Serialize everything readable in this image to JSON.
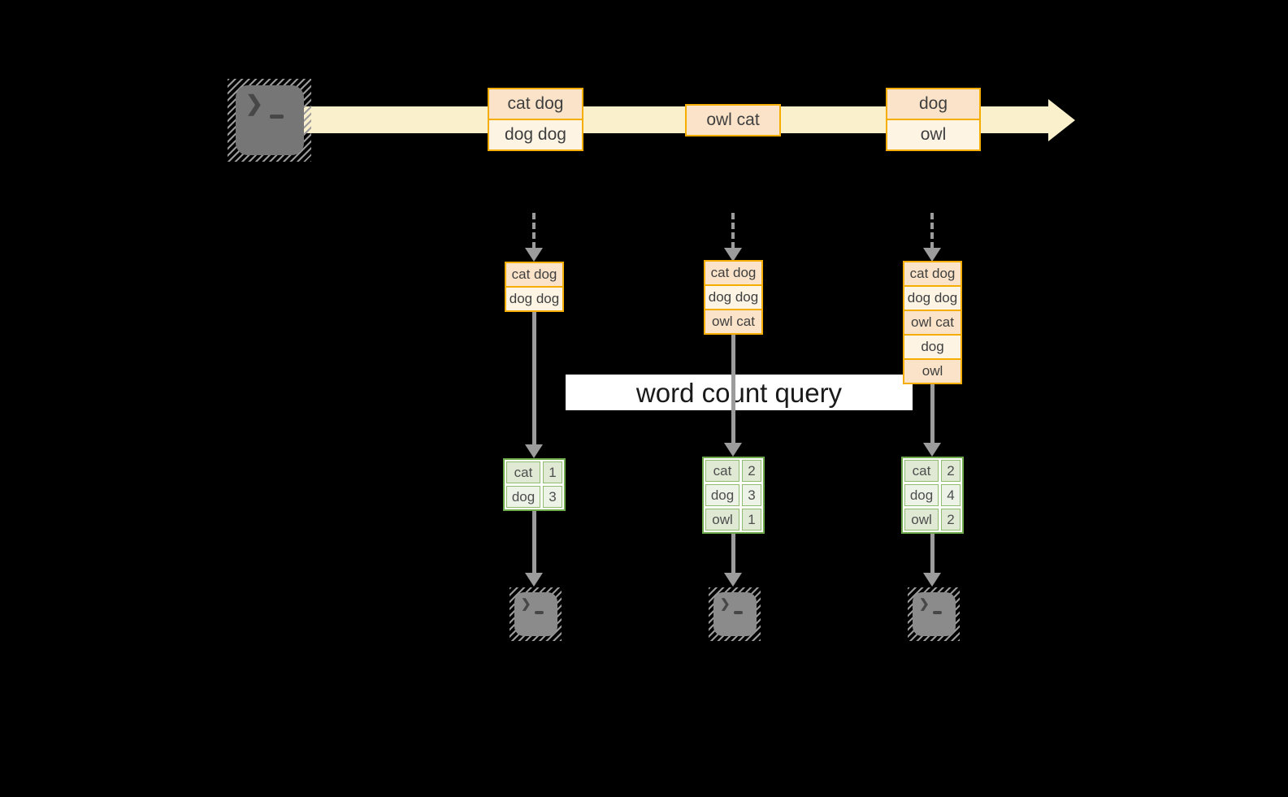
{
  "query": {
    "label": "word count query"
  },
  "colors": {
    "background": "#000000",
    "accent_orange": "#F5AD00",
    "record_fill_dark": "#FAE3C8",
    "record_fill_light": "#FDF4E4",
    "stream_band": "#FBF0CC",
    "table_border_green": "#6FAB4D",
    "table_cell_dark": "#DFE9D4",
    "table_cell_light": "#EDF3E7",
    "arrow_gray": "#9C9C9C",
    "terminal_gray": "#767676"
  },
  "icons": {
    "source": "terminal-icon",
    "sink": "terminal-icon"
  },
  "stream": {
    "batches": [
      [
        "cat dog",
        "dog dog"
      ],
      [
        "owl cat"
      ],
      [
        "dog",
        "owl"
      ]
    ]
  },
  "pipelines": [
    {
      "window": [
        "cat dog",
        "dog dog"
      ],
      "counts": [
        [
          "cat",
          "1"
        ],
        [
          "dog",
          "3"
        ]
      ]
    },
    {
      "window": [
        "cat dog",
        "dog dog",
        "owl cat"
      ],
      "counts": [
        [
          "cat",
          "2"
        ],
        [
          "dog",
          "3"
        ],
        [
          "owl",
          "1"
        ]
      ]
    },
    {
      "window": [
        "cat dog",
        "dog dog",
        "owl cat",
        "dog",
        "owl"
      ],
      "counts": [
        [
          "cat",
          "2"
        ],
        [
          "dog",
          "4"
        ],
        [
          "owl",
          "2"
        ]
      ]
    }
  ]
}
